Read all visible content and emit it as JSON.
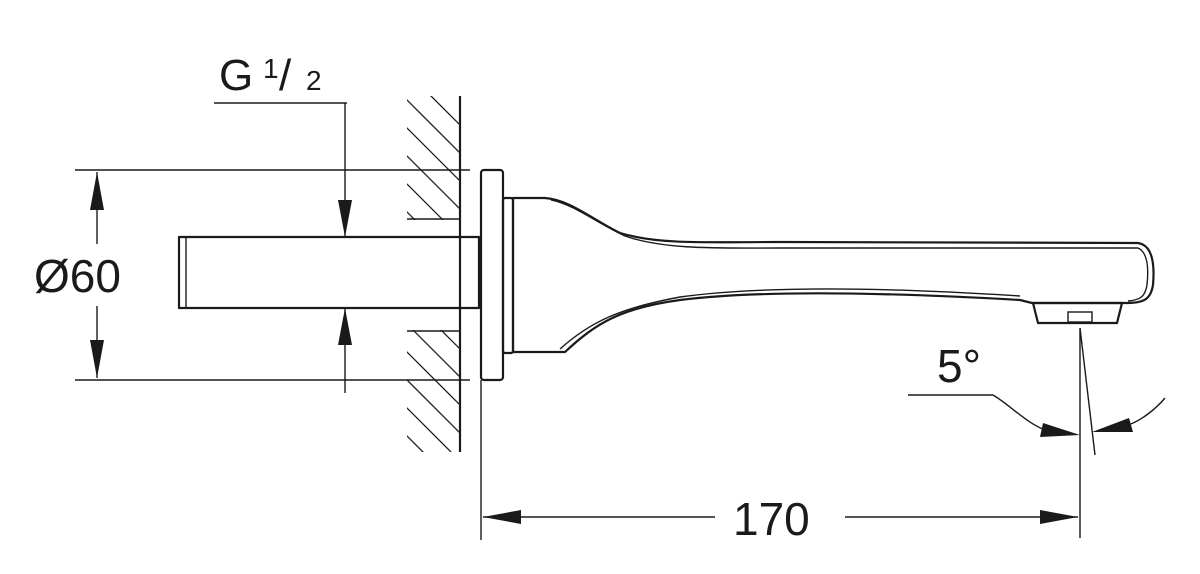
{
  "labels": {
    "thread_main": "G",
    "thread_num": "1",
    "thread_slash": "/",
    "thread_den": "2",
    "diameter": "Ø60",
    "angle": "5°",
    "length": "170"
  }
}
